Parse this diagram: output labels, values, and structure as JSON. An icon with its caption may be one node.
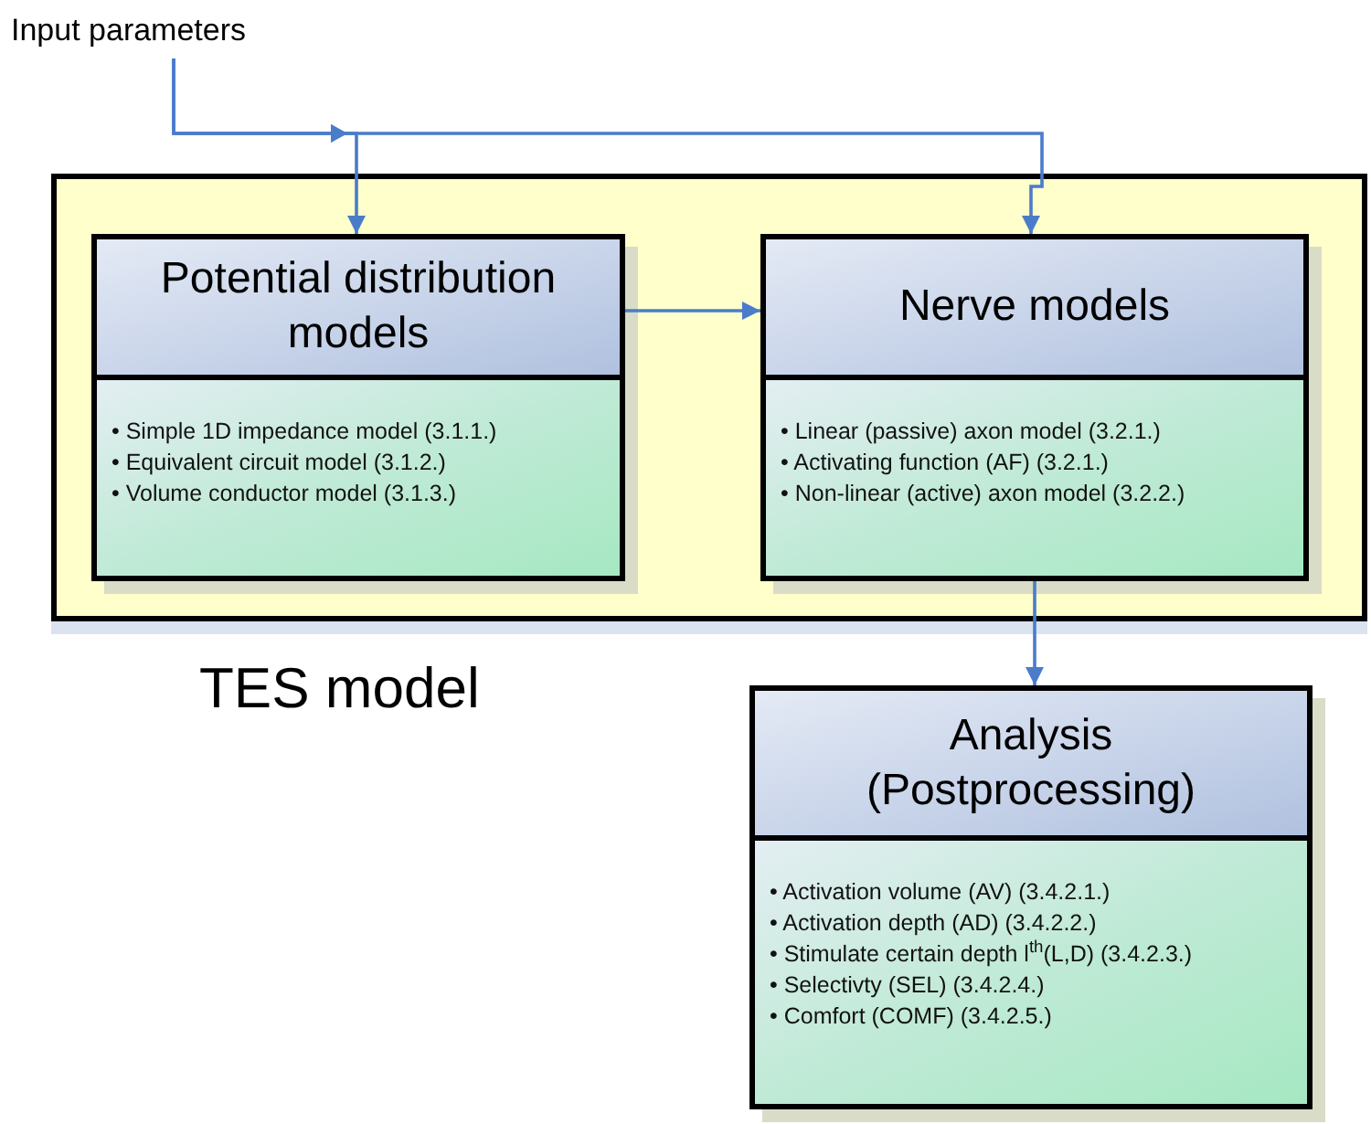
{
  "diagram": {
    "nodes": [
      {
        "text": [
          "Input parameters"
        ]
      },
      {
        "text": [
          "TES model"
        ]
      },
      {
        "text": [
          "Potential distribution models",
          "• Simple 1D impedance model (3.1.1.)",
          "• Equivalent circuit model (3.1.2.)",
          "• Volume conductor model (3.1.3.)"
        ],
        "in": 1
      },
      {
        "text": [
          "Nerve models",
          "• Linear (passive) axon model (3.2.1.)",
          "• Activating function (AF) (3.2.1.)",
          "• Non-linear (active) axon model (3.2.2.)"
        ],
        "in": 1
      },
      {
        "text": [
          "Analysis (Postprocessing)",
          "• Activation volume (AV) (3.4.2.1.)",
          "• Activation depth (AD) (3.4.2.2.)",
          "• Stimulate certain depth l$^{th}$(L,D) (3.4.2.3.)",
          "• Selectivty (SEL) (3.4.2.4.)",
          "• Comfort (COMF) (3.4.2.5.)"
        ]
      }
    ],
    "edges": [
      {
        "from": 0,
        "to": 2,
        "arrow": "to"
      },
      {
        "from": 0,
        "to": 3,
        "arrow": "to"
      },
      {
        "from": 2,
        "to": 3,
        "arrow": "to"
      },
      {
        "from": 3,
        "to": 4,
        "arrow": "to"
      }
    ]
  }
}
